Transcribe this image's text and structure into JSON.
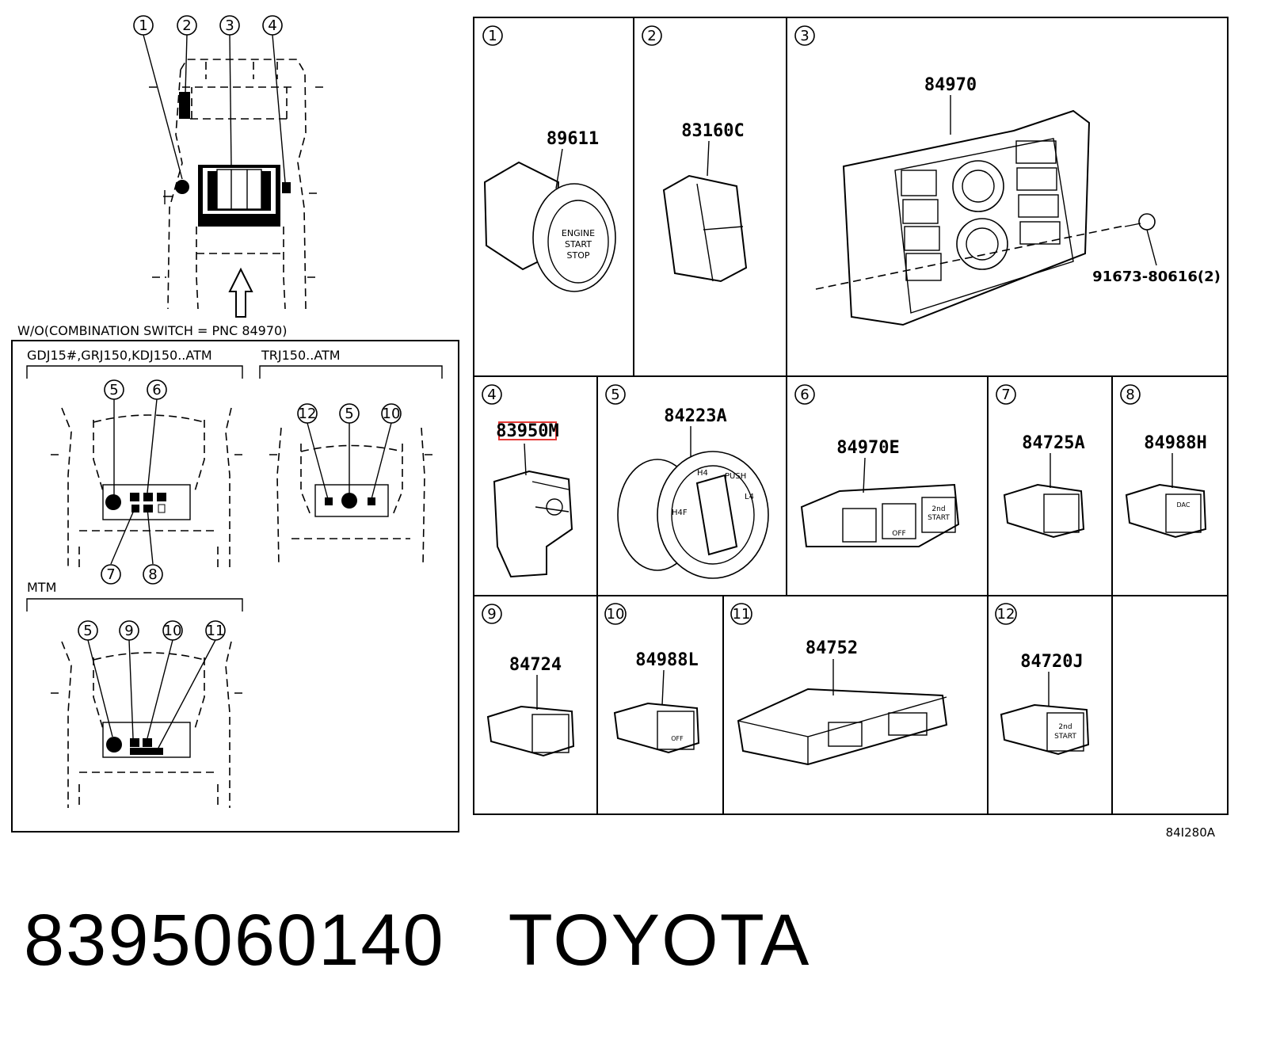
{
  "callouts": {
    "top": [
      "1",
      "2",
      "3",
      "4"
    ],
    "gdj": [
      "5",
      "6",
      "7",
      "8"
    ],
    "trj": [
      "12",
      "5",
      "10"
    ],
    "mtm": [
      "5",
      "9",
      "10",
      "11"
    ]
  },
  "labels": {
    "wo_combination": "W/O(COMBINATION SWITCH = PNC 84970)",
    "gdj_group": "GDJ15#,GRJ150,KDJ150..ATM",
    "trj_group": "TRJ150..ATM",
    "mtm_group": "MTM",
    "diagram_code": "84I280A"
  },
  "cells": [
    {
      "index": "1",
      "part": "89611"
    },
    {
      "index": "2",
      "part": "83160C"
    },
    {
      "index": "3",
      "part": "84970",
      "extra_part": "91673-80616(2)"
    },
    {
      "index": "4",
      "part": "83950M",
      "highlighted": true
    },
    {
      "index": "5",
      "part": "84223A"
    },
    {
      "index": "6",
      "part": "84970E"
    },
    {
      "index": "7",
      "part": "84725A"
    },
    {
      "index": "8",
      "part": "84988H"
    },
    {
      "index": "9",
      "part": "84724"
    },
    {
      "index": "10",
      "part": "84988L"
    },
    {
      "index": "11",
      "part": "84752"
    },
    {
      "index": "12",
      "part": "84720J"
    }
  ],
  "switch_text": {
    "engine": "ENGINE",
    "start": "START",
    "stop": "STOP",
    "off": "OFF",
    "second_start": "2nd",
    "second_start_b": "START",
    "dac": "DAC",
    "push": "PUSH",
    "h4": "H4",
    "l4": "L4",
    "h4f": "H4F"
  },
  "footer": {
    "part_number": "8395060140",
    "brand": "TOYOTA"
  },
  "colors": {
    "highlight": "#e53935",
    "line": "#000000"
  }
}
